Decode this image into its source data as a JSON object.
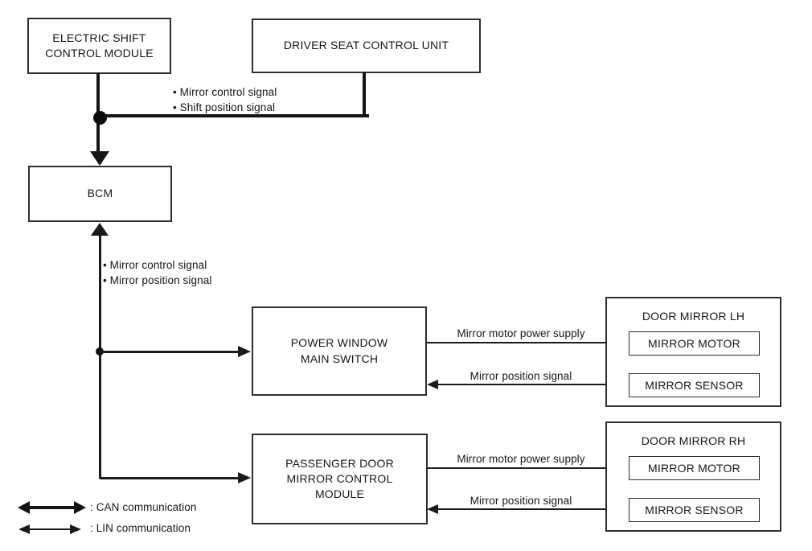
{
  "colors": {
    "line": "#1a1a1a",
    "box_border": "#2e2e2e",
    "background": "#ffffff"
  },
  "nodes": {
    "electric_shift_control_module": {
      "label": "ELECTRIC SHIFT\nCONTROL MODULE"
    },
    "driver_seat_control_unit": {
      "label": "DRIVER SEAT CONTROL UNIT"
    },
    "bcm": {
      "label": "BCM"
    },
    "power_window_main_switch": {
      "label": "POWER WINDOW\nMAIN SWITCH"
    },
    "passenger_door_mirror_control_module": {
      "label": "PASSENGER DOOR\nMIRROR CONTROL\nMODULE"
    },
    "door_mirror_lh": {
      "title": "DOOR MIRROR LH",
      "motor_label": "MIRROR MOTOR",
      "sensor_label": "MIRROR SENSOR"
    },
    "door_mirror_rh": {
      "title": "DOOR MIRROR RH",
      "motor_label": "MIRROR MOTOR",
      "sensor_label": "MIRROR SENSOR"
    }
  },
  "signals": {
    "can_bus_to_bcm": "• Mirror control signal\n• Shift position signal",
    "bcm_lin_bus": "• Mirror control signal\n• Mirror position signal",
    "lh_motor_power": "Mirror motor power supply",
    "lh_position": "Mirror position signal",
    "rh_motor_power": "Mirror motor power supply",
    "rh_position": "Mirror position signal"
  },
  "legend": {
    "can": ": CAN communication",
    "lin": ": LIN communication"
  }
}
